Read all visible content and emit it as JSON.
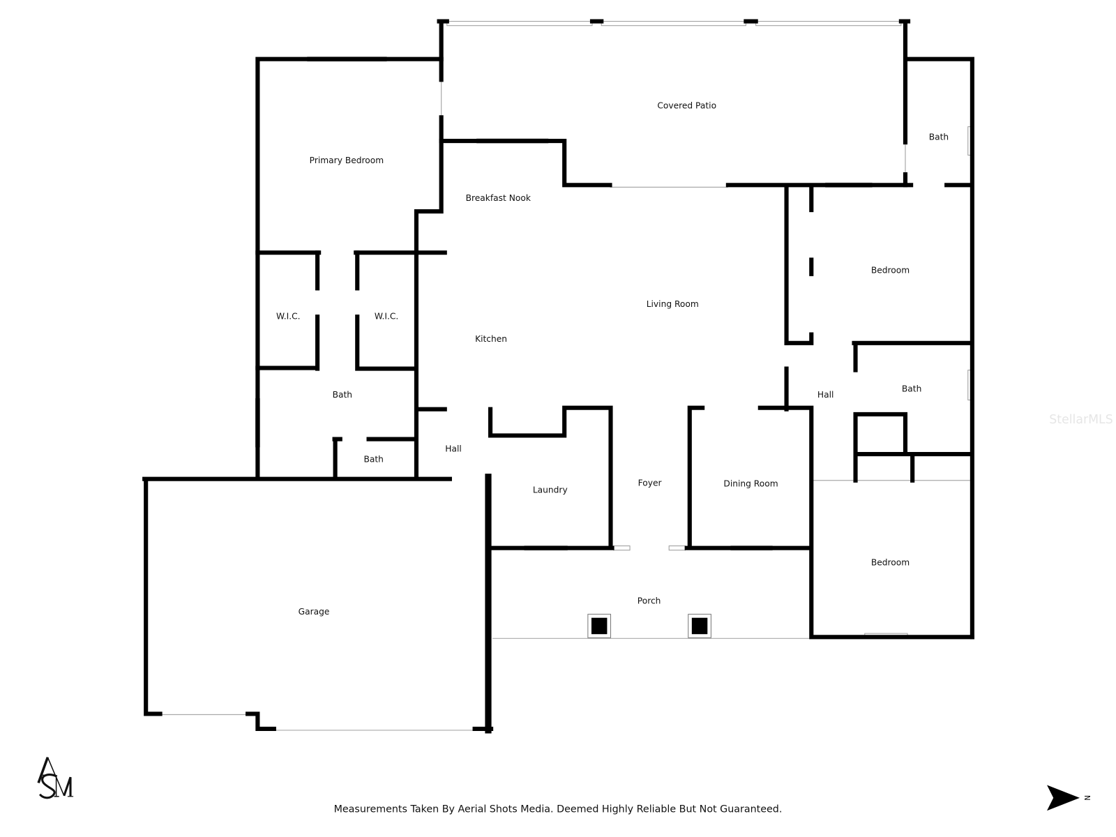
{
  "rooms": {
    "covered_patio": "Covered Patio",
    "primary_bedroom": "Primary Bedroom",
    "breakfast_nook": "Breakfast Nook",
    "bath_ne": "Bath",
    "bedroom_1": "Bedroom",
    "living_room": "Living Room",
    "kitchen": "Kitchen",
    "wic_1": "W.I.C.",
    "wic_2": "W.I.C.",
    "bath_primary": "Bath",
    "bath_small": "Bath",
    "hall_west": "Hall",
    "hall_east": "Hall",
    "bath_east": "Bath",
    "laundry": "Laundry",
    "foyer": "Foyer",
    "dining_room": "Dining Room",
    "bedroom_2": "Bedroom",
    "porch": "Porch",
    "garage": "Garage"
  },
  "disclaimer": "Measurements Taken By Aerial Shots Media. Deemed Highly Reliable But Not Guaranteed.",
  "logo_text": "ASM",
  "watermark": "StellarMLS",
  "compass": {
    "icon": "north-arrow-icon",
    "label": "N"
  }
}
